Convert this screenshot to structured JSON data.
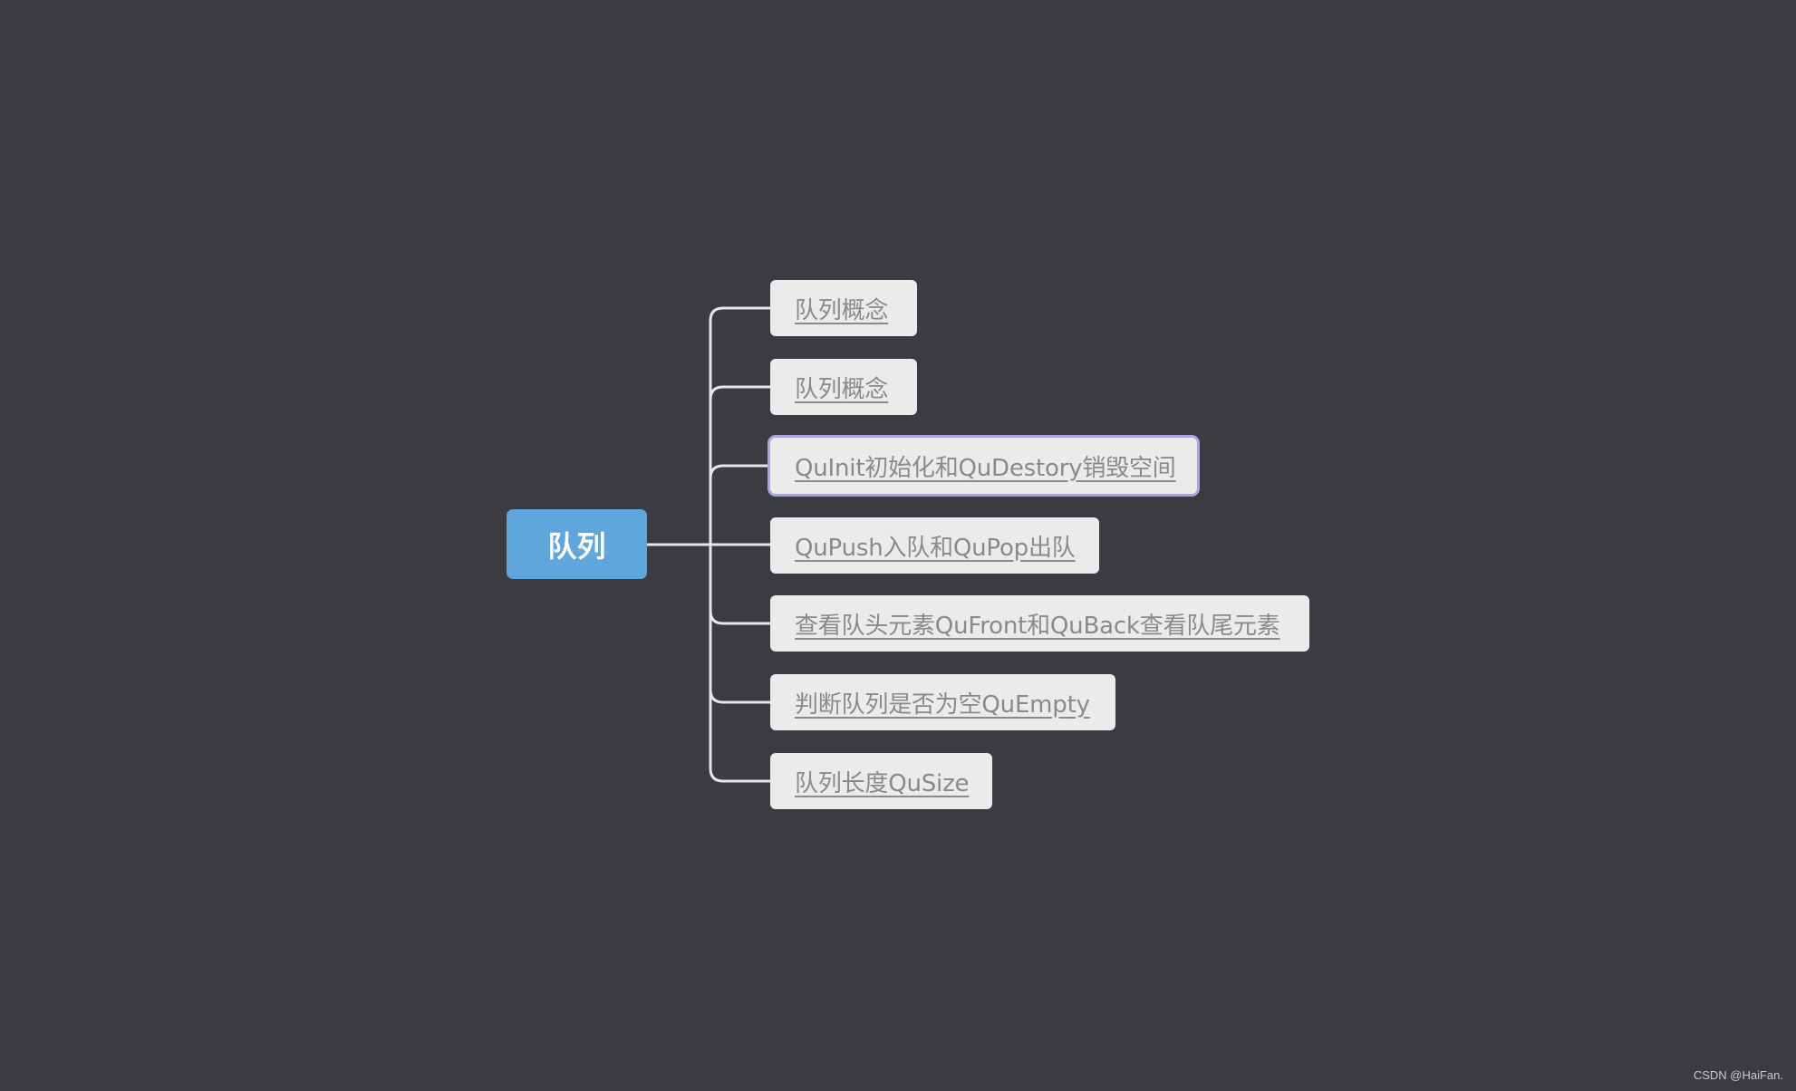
{
  "mindmap": {
    "root": {
      "label": "队列",
      "color": "#5fa6dc"
    },
    "children": [
      {
        "label": "队列概念",
        "selected": false
      },
      {
        "label": "队列概念",
        "selected": false
      },
      {
        "label": "QuInit初始化和QuDestory销毁空间",
        "selected": true
      },
      {
        "label": "QuPush入队和QuPop出队",
        "selected": false
      },
      {
        "label": "查看队头元素QuFront和QuBack查看队尾元素",
        "selected": false
      },
      {
        "label": "判断队列是否为空QuEmpty",
        "selected": false
      },
      {
        "label": "队列长度QuSize",
        "selected": false
      }
    ],
    "node_color": "#ebebeb",
    "selection_color": "#a9a4e6",
    "background": "#3b3c42"
  },
  "watermark": "CSDN @HaiFan."
}
